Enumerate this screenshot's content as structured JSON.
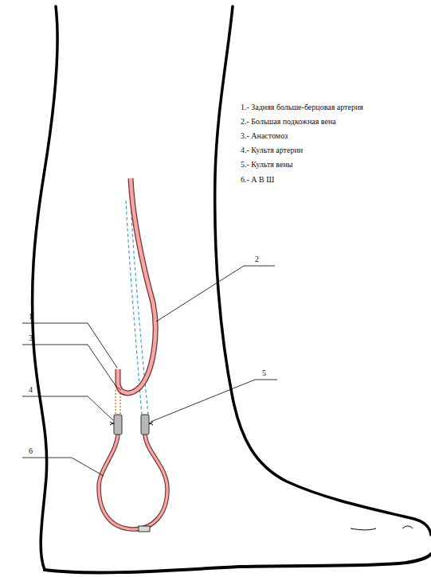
{
  "diagram": {
    "labels": [
      "1.- Задняя больше-берцовая артерия",
      "2.- Большая подкожная вена",
      "3.- Анастомоз",
      "4.- Культя артерии",
      "5.- Культя вены",
      "6.- А В Ш",
      "1",
      "2",
      "3",
      "4",
      "5",
      "6"
    ]
  }
}
